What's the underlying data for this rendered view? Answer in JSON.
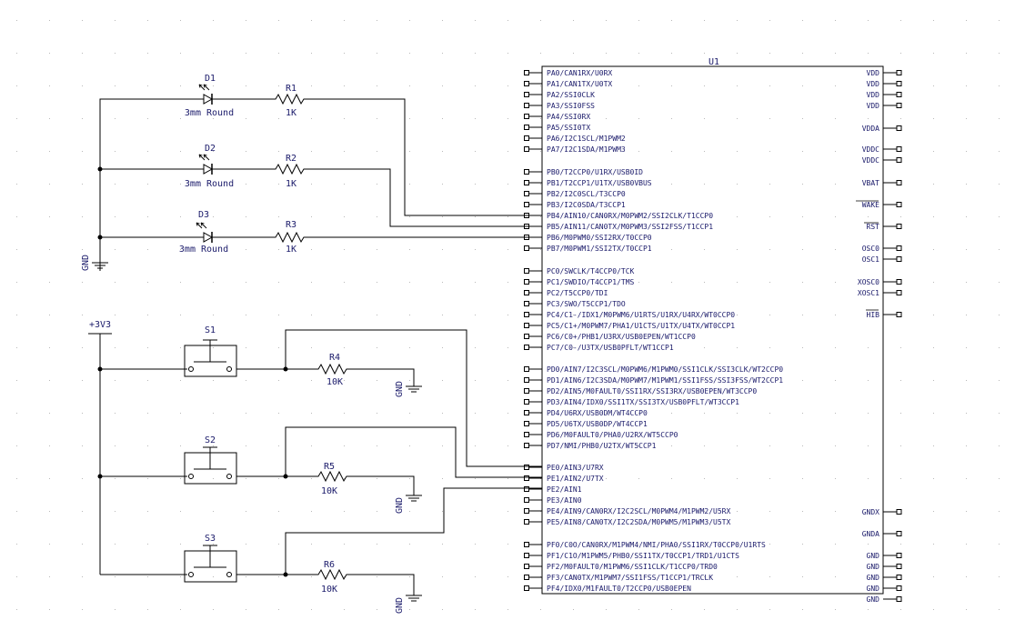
{
  "ic": {
    "ref": "U1",
    "left_pins": [
      "PA0/CAN1RX/U0RX",
      "PA1/CAN1TX/U0TX",
      "PA2/SSI0CLK",
      "PA3/SSI0FSS",
      "PA4/SSI0RX",
      "PA5/SSI0TX",
      "PA6/I2C1SCL/M1PWM2",
      "PA7/I2C1SDA/M1PWM3",
      "PB0/T2CCP0/U1RX/USB0ID",
      "PB1/T2CCP1/U1TX/USB0VBUS",
      "PB2/I2C0SCL/T3CCP0",
      "PB3/I2C0SDA/T3CCP1",
      "PB4/AIN10/CAN0RX/M0PWM2/SSI2CLK/T1CCP0",
      "PB5/AIN11/CAN0TX/M0PWM3/SSI2FSS/T1CCP1",
      "PB6/M0PWM0/SSI2RX/T0CCP0",
      "PB7/M0PWM1/SSI2TX/T0CCP1",
      "PC0/SWCLK/T4CCP0/TCK",
      "PC1/SWDIO/T4CCP1/TMS",
      "PC2/T5CCP0/TDI",
      "PC3/SWO/T5CCP1/TDO",
      "PC4/C1-/IDX1/M0PWM6/U1RTS/U1RX/U4RX/WT0CCP0",
      "PC5/C1+/M0PWM7/PHA1/U1CTS/U1TX/U4TX/WT0CCP1",
      "PC6/C0+/PHB1/U3RX/USB0EPEN/WT1CCP0",
      "PC7/C0-/U3TX/USB0PFLT/WT1CCP1",
      "PD0/AIN7/I2C3SCL/M0PWM6/M1PWM0/SSI1CLK/SSI3CLK/WT2CCP0",
      "PD1/AIN6/I2C3SDA/M0PWM7/M1PWM1/SSI1FSS/SSI3FSS/WT2CCP1",
      "PD2/AIN5/M0FAULT0/SSI1RX/SSI3RX/USB0EPEN/WT3CCP0",
      "PD3/AIN4/IDX0/SSI1TX/SSI3TX/USB0PFLT/WT3CCP1",
      "PD4/U6RX/USB0DM/WT4CCP0",
      "PD5/U6TX/USB0DP/WT4CCP1",
      "PD6/M0FAULT0/PHA0/U2RX/WT5CCP0",
      "PD7/NMI/PHB0/U2TX/WT5CCP1",
      "PE0/AIN3/U7RX",
      "PE1/AIN2/U7TX",
      "PE2/AIN1",
      "PE3/AIN0",
      "PE4/AIN9/CAN0RX/I2C2SCL/M0PWM4/M1PWM2/U5RX",
      "PE5/AIN8/CAN0TX/I2C2SDA/M0PWM5/M1PWM3/U5TX",
      "PF0/C0O/CAN0RX/M1PWM4/NMI/PHA0/SSI1RX/T0CCP0/U1RTS",
      "PF1/C1O/M1PWM5/PHB0/SSI1TX/T0CCP1/TRD1/U1CTS",
      "PF2/M0FAULT0/M1PWM6/SSI1CLK/T1CCP0/TRD0",
      "PF3/CAN0TX/M1PWM7/SSI1FSS/T1CCP1/TRCLK",
      "PF4/IDX0/M1FAULT0/T2CCP0/USB0EPEN"
    ],
    "right_pins": [
      "VDD",
      "VDD",
      "VDD",
      "VDD",
      "VDDA",
      "VDDC",
      "VDDC",
      "VBAT",
      "WAKE",
      "RST",
      "OSC0",
      "OSC1",
      "XOSC0",
      "XOSC1",
      "HIB",
      "GNDX",
      "GNDA",
      "GND",
      "GND",
      "GND",
      "GND",
      "GND"
    ]
  },
  "leds": [
    {
      "ref": "D1",
      "value": "3mm Round"
    },
    {
      "ref": "D2",
      "value": "3mm Round"
    },
    {
      "ref": "D3",
      "value": "3mm Round"
    }
  ],
  "resistors": [
    {
      "ref": "R1",
      "value": "1K"
    },
    {
      "ref": "R2",
      "value": "1K"
    },
    {
      "ref": "R3",
      "value": "1K"
    },
    {
      "ref": "R4",
      "value": "10K"
    },
    {
      "ref": "R5",
      "value": "10K"
    },
    {
      "ref": "R6",
      "value": "10K"
    }
  ],
  "switches": [
    {
      "ref": "S1"
    },
    {
      "ref": "S2"
    },
    {
      "ref": "S3"
    }
  ],
  "power": {
    "supply_label": "+3V3",
    "ground_label": "GND"
  }
}
